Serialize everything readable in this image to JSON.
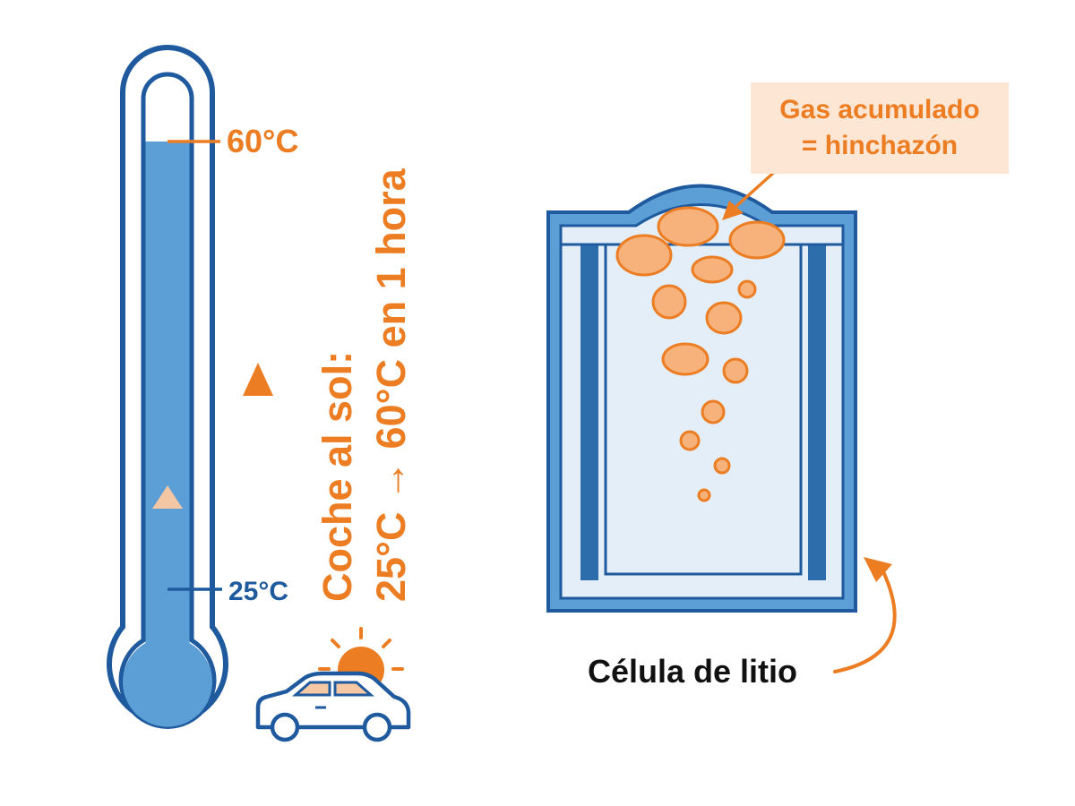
{
  "thermometer": {
    "top_temperature": "60°C",
    "bottom_temperature": "25°C"
  },
  "heading": {
    "line1": "Coche al sol:",
    "line2": "25°C → 60°C en 1 hora"
  },
  "battery": {
    "gas_label_line1": "Gas acumulado",
    "gas_label_line2": "= hinchazón",
    "cell_label": "Célula de litio"
  },
  "icons": [
    "thermometer-icon",
    "sun-icon",
    "car-icon",
    "up-arrow-icon",
    "battery-cell-icon",
    "gas-bubble-icon",
    "curved-arrow-icon"
  ],
  "colors": {
    "blue_dark": "#1f5a9e",
    "blue_fill": "#5b9fd6",
    "blue_light": "#e3eef8",
    "orange": "#ec7d22",
    "bubble_fill": "#f6b27a",
    "label_bg": "#fde6d3",
    "text_dark": "#111111"
  }
}
